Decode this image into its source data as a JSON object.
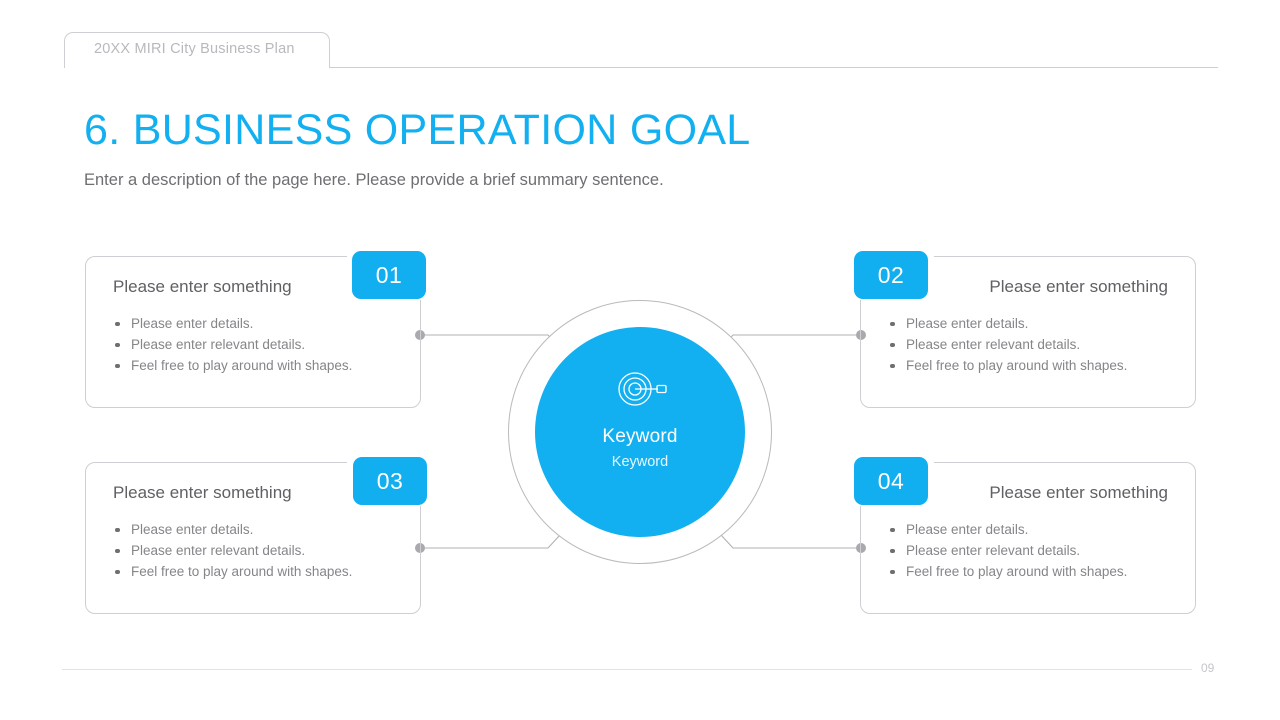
{
  "header": {
    "tab_label": "20XX MIRI City Business Plan"
  },
  "title": {
    "heading": "6. BUSINESS OPERATION GOAL",
    "subheading": "Enter a description of the page here. Please provide a brief summary sentence."
  },
  "center": {
    "icon_name": "target-arrow-icon",
    "keyword_primary": "Keyword",
    "keyword_secondary": "Keyword"
  },
  "cards": [
    {
      "badge": "01",
      "title": "Please enter something",
      "bullets": [
        "Please enter details.",
        "Please enter relevant details.",
        "Feel free to play around with shapes."
      ]
    },
    {
      "badge": "02",
      "title": "Please enter something",
      "bullets": [
        "Please enter details.",
        "Please enter relevant details.",
        "Feel free to play around with shapes."
      ]
    },
    {
      "badge": "03",
      "title": "Please enter something",
      "bullets": [
        "Please enter details.",
        "Please enter relevant details.",
        "Feel free to play around with shapes."
      ]
    },
    {
      "badge": "04",
      "title": "Please enter something",
      "bullets": [
        "Please enter details.",
        "Please enter relevant details.",
        "Feel free to play around with shapes."
      ]
    }
  ],
  "footer": {
    "page_number": "09"
  },
  "colors": {
    "accent": "#12b0f0",
    "badge": "#11aef0",
    "border": "#cfcfd3",
    "text_muted": "#85858a",
    "title_text": "#606065"
  }
}
